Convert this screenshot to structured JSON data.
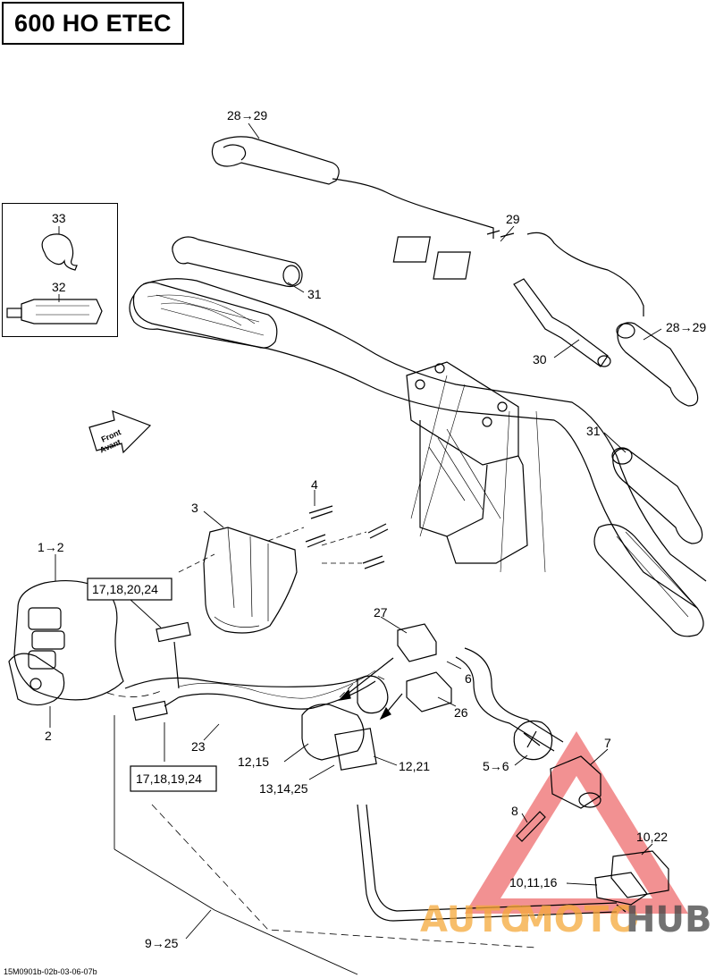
{
  "title": "600 HO ETEC",
  "front_arrow": {
    "line1": "Front",
    "line2": "Avant"
  },
  "labels": {
    "l33": "33",
    "l32": "32",
    "l28_29_top": "28→29",
    "l29": "29",
    "l31_top": "31",
    "l28_29_right": "28→29",
    "l30": "30",
    "l31_right": "31",
    "l4": "4",
    "l3": "3",
    "l1_2": "1→2",
    "box_17_18_20_24": "17,18,20,24",
    "l27": "27",
    "l6": "6",
    "l26": "26",
    "l2": "2",
    "l23": "23",
    "l12_15": "12,15",
    "l12_21": "12,21",
    "l13_14_25": "13,14,25",
    "box_17_18_19_24": "17,18,19,24",
    "l5_6": "5→6",
    "l7": "7",
    "l8": "8",
    "l10_22": "10,22",
    "l10_11_16": "10,11,16",
    "l9_25": "9→25"
  },
  "footer_code": "15M0901b-02b-03-06-07b",
  "watermark": {
    "part1": "AUTO",
    "part2": "MOTO",
    "part3": "HUB"
  },
  "colors": {
    "watermark_red": "#e8393a",
    "watermark_orange": "#f5a93a",
    "watermark_dark": "#444444"
  }
}
